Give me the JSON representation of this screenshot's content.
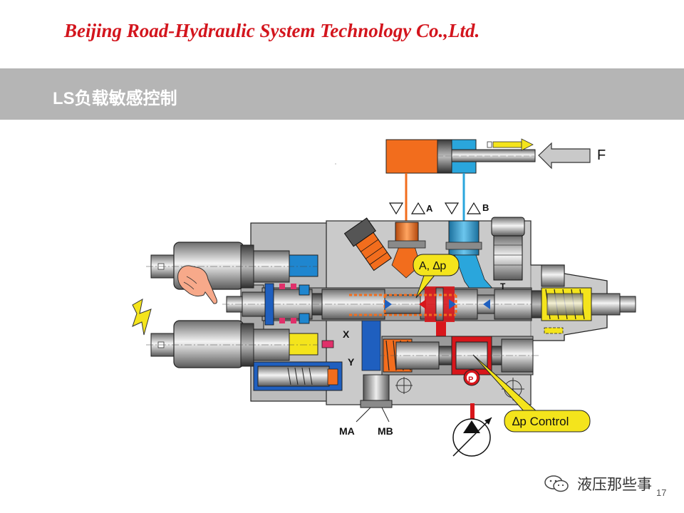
{
  "header": {
    "company": "Beijing Road-Hydraulic System Technology Co.,Ltd.",
    "title_prefix": "LS",
    "title_rest": "负载敏感控制"
  },
  "diagram": {
    "labels": {
      "force": "F",
      "port_a": "A",
      "port_b": "B",
      "callout_a": "A, ∆p",
      "callout_dp": "∆p Control",
      "port_x": "X",
      "port_y": "Y",
      "port_p": "P",
      "port_t": "T",
      "gauge_ma": "MA",
      "gauge_mb": "MB"
    },
    "colors": {
      "port_a_fluid": "#f26d1d",
      "port_b_fluid": "#2aa6dc",
      "pump_pressure": "#d8161b",
      "pilot_blue": "#1f5fbf",
      "pilot_yellow": "#f4e41c",
      "body": "#c8c8c8"
    }
  },
  "footer": {
    "watermark": "液压那些事",
    "page_number": "17"
  }
}
